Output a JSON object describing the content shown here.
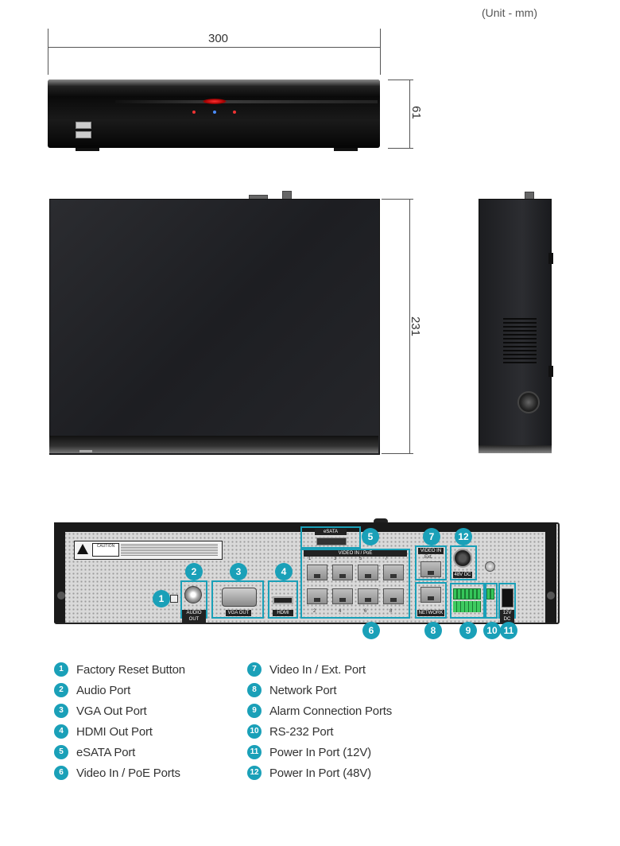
{
  "unit_label": "(Unit - mm)",
  "dimensions": {
    "width": "300",
    "height": "61",
    "depth": "231"
  },
  "ports": {
    "esata": "eSATA",
    "video_in_poe": "VIDEO IN / PoE",
    "video_in": "VIDEO IN",
    "ext": "Ext.",
    "network": "NETWORK",
    "audio_out": "AUDIO OUT",
    "vga_out": "VGA OUT",
    "hdmi": "HDMI",
    "dc48v": "48V DC",
    "dc12v": "12V DC",
    "caution": "CAUTION",
    "poe_nums_top": [
      "1",
      "3",
      "5",
      "7"
    ],
    "poe_nums_bottom": [
      "2",
      "4",
      "6",
      "8"
    ]
  },
  "legend": [
    {
      "num": "1",
      "label": "Factory Reset Button"
    },
    {
      "num": "2",
      "label": "Audio Port"
    },
    {
      "num": "3",
      "label": "VGA Out Port"
    },
    {
      "num": "4",
      "label": "HDMI Out Port"
    },
    {
      "num": "5",
      "label": "eSATA Port"
    },
    {
      "num": "6",
      "label": "Video In / PoE Ports"
    },
    {
      "num": "7",
      "label": "Video In / Ext. Port"
    },
    {
      "num": "8",
      "label": "Network Port"
    },
    {
      "num": "9",
      "label": "Alarm Connection Ports"
    },
    {
      "num": "10",
      "label": "RS-232 Port"
    },
    {
      "num": "11",
      "label": "Power In Port (12V)"
    },
    {
      "num": "12",
      "label": "Power In Port (48V)"
    }
  ],
  "colors": {
    "accent": "#1aa0b8",
    "chassis": "#1d1e22"
  }
}
